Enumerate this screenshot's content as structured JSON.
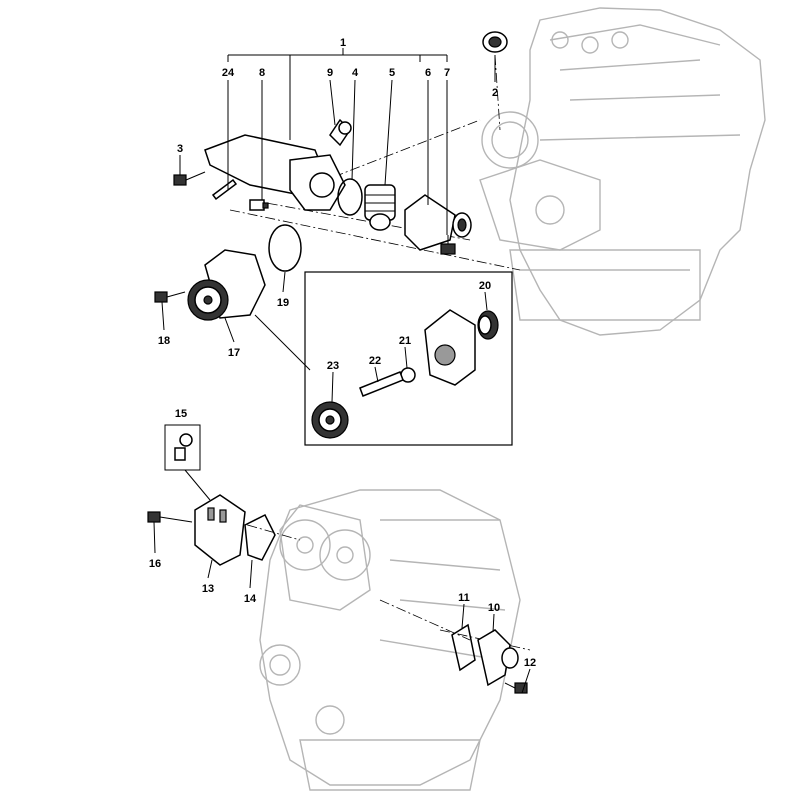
{
  "diagram": {
    "title": "Exploded view of the cooling system parts",
    "callouts": {
      "c1": "1",
      "c2": "2",
      "c3": "3",
      "c4": "4",
      "c5": "5",
      "c6": "6",
      "c7": "7",
      "c8": "8",
      "c9": "9",
      "c10": "10",
      "c11": "11",
      "c12": "12",
      "c13": "13",
      "c14": "14",
      "c15": "15",
      "c16": "16",
      "c17": "17",
      "c18": "18",
      "c19": "19",
      "c20": "20",
      "c21": "21",
      "c22": "22",
      "c23": "23",
      "c24": "24"
    }
  }
}
